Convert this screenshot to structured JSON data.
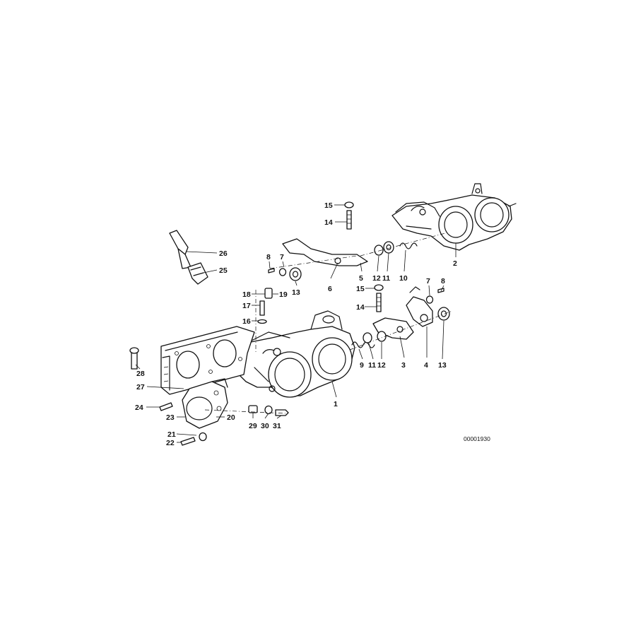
{
  "diagram_number": "00001930",
  "part_labels": {
    "p1": "1",
    "p2": "2",
    "p3": "3",
    "p4": "4",
    "p5": "5",
    "p6": "6",
    "p7a": "7",
    "p7b": "7",
    "p8a": "8",
    "p8b": "8",
    "p9": "9",
    "p10": "10",
    "p11a": "11",
    "p11b": "11",
    "p12a": "12",
    "p12b": "12",
    "p13a": "13",
    "p13b": "13",
    "p14a": "14",
    "p14b": "14",
    "p15a": "15",
    "p15b": "15",
    "p16": "16",
    "p17": "17",
    "p18": "18",
    "p19": "19",
    "p20": "20",
    "p21": "21",
    "p22": "22",
    "p23": "23",
    "p24": "24",
    "p25": "25",
    "p26": "26",
    "p27": "27",
    "p28": "28",
    "p29": "29",
    "p30": "30",
    "p31": "31"
  }
}
